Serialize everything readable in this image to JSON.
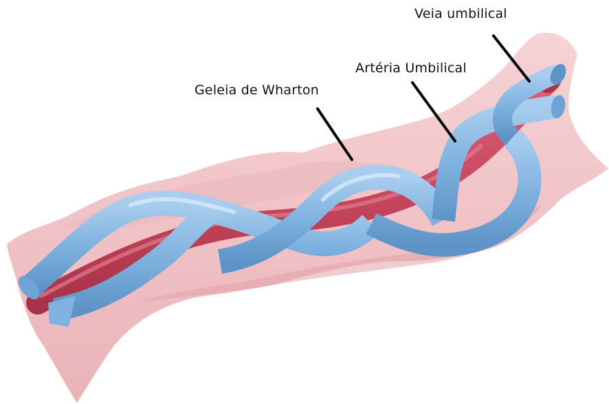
{
  "labels": {
    "vein": "Veia umbilical",
    "artery": "Artéria Umbilical",
    "wharton": "Geleia de Wharton"
  },
  "colors": {
    "wharton_jelly": "#f3c6c9",
    "wharton_jelly_shade": "#e7a9af",
    "artery_red": "#c8475e",
    "artery_dark": "#a93248",
    "vein_blue": "#7fb2df",
    "vein_light": "#bcd8f1",
    "vein_dark": "#5d93c6",
    "pointer": "#000000"
  }
}
